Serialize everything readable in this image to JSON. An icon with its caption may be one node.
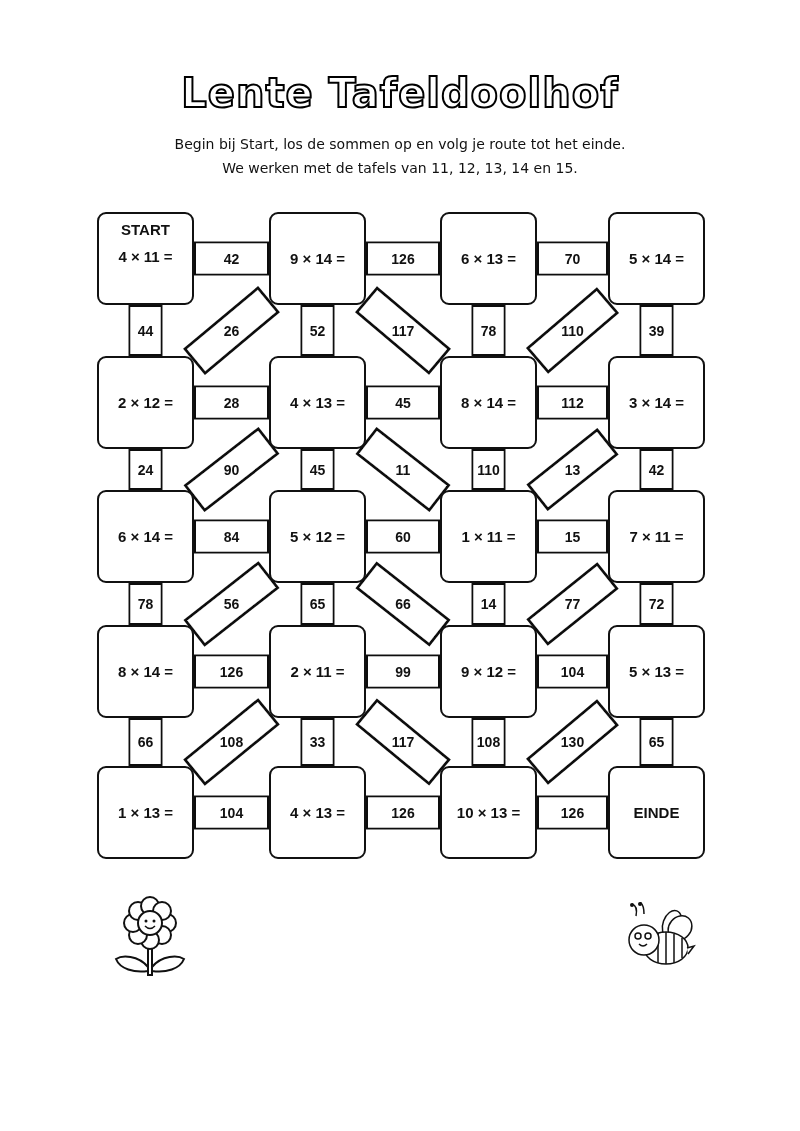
{
  "diagram": {
    "title": "Lente Tafeldoolhof",
    "nodes": [
      {
        "text": [
          "START",
          "4 × 11 ="
        ]
      },
      {
        "text": [
          "9 × 14 ="
        ]
      },
      {
        "text": [
          "6 × 13 ="
        ]
      },
      {
        "text": [
          "5 × 14 ="
        ]
      },
      {
        "text": [
          "2 × 12 ="
        ]
      },
      {
        "text": [
          "4 × 13 ="
        ]
      },
      {
        "text": [
          "8 × 14 ="
        ]
      },
      {
        "text": [
          "3 × 14 ="
        ]
      },
      {
        "text": [
          "6 × 14 ="
        ]
      },
      {
        "text": [
          "5 × 12 ="
        ]
      },
      {
        "text": [
          "1 × 11 ="
        ]
      },
      {
        "text": [
          "7 × 11 ="
        ]
      },
      {
        "text": [
          "8 × 14 ="
        ]
      },
      {
        "text": [
          "2 × 11 ="
        ]
      },
      {
        "text": [
          "9 × 12 ="
        ]
      },
      {
        "text": [
          "5 × 13 ="
        ]
      },
      {
        "text": [
          "1 × 13 ="
        ]
      },
      {
        "text": [
          "4 × 13 ="
        ]
      },
      {
        "text": [
          "10 × 13 ="
        ]
      },
      {
        "text": [
          "EINDE"
        ]
      }
    ],
    "edges": [
      {
        "from": 0,
        "to": 1,
        "arrow": "none",
        "label": "42"
      },
      {
        "from": 1,
        "to": 2,
        "arrow": "none",
        "label": "126"
      },
      {
        "from": 2,
        "to": 3,
        "arrow": "none",
        "label": "70"
      },
      {
        "from": 0,
        "to": 4,
        "arrow": "none",
        "label": "44"
      },
      {
        "from": 1,
        "to": 4,
        "arrow": "none",
        "label": "26"
      },
      {
        "from": 1,
        "to": 5,
        "arrow": "none",
        "label": "52"
      },
      {
        "from": 1,
        "to": 6,
        "arrow": "none",
        "label": "117"
      },
      {
        "from": 2,
        "to": 6,
        "arrow": "none",
        "label": "78"
      },
      {
        "from": 3,
        "to": 6,
        "arrow": "none",
        "label": "110"
      },
      {
        "from": 3,
        "to": 7,
        "arrow": "none",
        "label": "39"
      },
      {
        "from": 4,
        "to": 5,
        "arrow": "none",
        "label": "28"
      },
      {
        "from": 5,
        "to": 6,
        "arrow": "none",
        "label": "45"
      },
      {
        "from": 6,
        "to": 7,
        "arrow": "none",
        "label": "112"
      },
      {
        "from": 4,
        "to": 8,
        "arrow": "none",
        "label": "24"
      },
      {
        "from": 5,
        "to": 8,
        "arrow": "none",
        "label": "90"
      },
      {
        "from": 5,
        "to": 9,
        "arrow": "none",
        "label": "45"
      },
      {
        "from": 5,
        "to": 10,
        "arrow": "none",
        "label": "11"
      },
      {
        "from": 6,
        "to": 10,
        "arrow": "none",
        "label": "110"
      },
      {
        "from": 7,
        "to": 10,
        "arrow": "none",
        "label": "13"
      },
      {
        "from": 7,
        "to": 11,
        "arrow": "none",
        "label": "42"
      },
      {
        "from": 8,
        "to": 9,
        "arrow": "none",
        "label": "84"
      },
      {
        "from": 9,
        "to": 10,
        "arrow": "none",
        "label": "60"
      },
      {
        "from": 10,
        "to": 11,
        "arrow": "none",
        "label": "15"
      },
      {
        "from": 8,
        "to": 12,
        "arrow": "none",
        "label": "78"
      },
      {
        "from": 9,
        "to": 12,
        "arrow": "none",
        "label": "56"
      },
      {
        "from": 9,
        "to": 13,
        "arrow": "none",
        "label": "65"
      },
      {
        "from": 9,
        "to": 14,
        "arrow": "none",
        "label": "66"
      },
      {
        "from": 10,
        "to": 14,
        "arrow": "none",
        "label": "14"
      },
      {
        "from": 11,
        "to": 14,
        "arrow": "none",
        "label": "77"
      },
      {
        "from": 11,
        "to": 15,
        "arrow": "none",
        "label": "72"
      },
      {
        "from": 12,
        "to": 13,
        "arrow": "none",
        "label": "126"
      },
      {
        "from": 13,
        "to": 14,
        "arrow": "none",
        "label": "99"
      },
      {
        "from": 14,
        "to": 15,
        "arrow": "none",
        "label": "104"
      },
      {
        "from": 12,
        "to": 16,
        "arrow": "none",
        "label": "66"
      },
      {
        "from": 13,
        "to": 16,
        "arrow": "none",
        "label": "108"
      },
      {
        "from": 13,
        "to": 17,
        "arrow": "none",
        "label": "33"
      },
      {
        "from": 13,
        "to": 18,
        "arrow": "none",
        "label": "117"
      },
      {
        "from": 14,
        "to": 18,
        "arrow": "none",
        "label": "108"
      },
      {
        "from": 15,
        "to": 18,
        "arrow": "none",
        "label": "130"
      },
      {
        "from": 15,
        "to": 19,
        "arrow": "none",
        "label": "65"
      },
      {
        "from": 16,
        "to": 17,
        "arrow": "none",
        "label": "104"
      },
      {
        "from": 17,
        "to": 18,
        "arrow": "none",
        "label": "126"
      },
      {
        "from": 18,
        "to": 19,
        "arrow": "none",
        "label": "126"
      }
    ],
    "labels": [
      "Begin bij Start, los de sommen op en volg je route tot het einde.",
      "We werken met de tafels van 11, 12, 13, 14 en 15."
    ]
  }
}
